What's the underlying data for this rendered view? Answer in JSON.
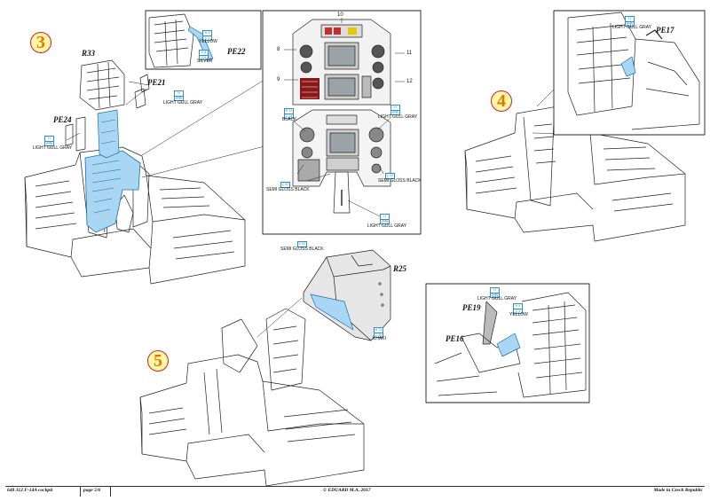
{
  "steps": [
    "3",
    "4",
    "5"
  ],
  "parts": {
    "r33": "R33",
    "pe22": "PE22",
    "pe21": "PE21",
    "pe24": "PE24",
    "pe17": "PE17",
    "r25": "R25",
    "pe19": "PE19",
    "pe16": "PE16"
  },
  "panel_numbers": [
    "10",
    "8",
    "11",
    "9",
    "12"
  ],
  "callouts": {
    "yellow": {
      "code_top": "H 4",
      "code_bottom": "C 4",
      "text": "YELLOW"
    },
    "silver": {
      "code_top": "H 8",
      "code_bottom": "C 8",
      "text": "SILVER"
    },
    "light_gull_gray": {
      "code_top": "H 325",
      "code_bottom": "C 11",
      "text": "LIGHT GULL GRAY"
    },
    "black": {
      "code_top": "H 12",
      "code_bottom": "C 33",
      "text": "BLACK"
    },
    "semi_gloss_black": {
      "code_top": "",
      "code_bottom": "C 92",
      "text": "SEMI GLOSS BLACK"
    },
    "khaki": {
      "code_top": "H 72",
      "code_bottom": "C 95",
      "text": "KHAKI"
    }
  },
  "footer": {
    "catalog": "648 312  F-14A cockpit",
    "page": "page 5/6",
    "copyright": "© EDUARD  M.A. 2017",
    "origin": "Made in Czech Republic"
  },
  "colors": {
    "accent_blue": "#2d8fd4",
    "part_fill_blue": "#a9d6f2",
    "step_number": "#e07800",
    "step_ring": "#d02020",
    "step_fill": "#fff6a8"
  }
}
